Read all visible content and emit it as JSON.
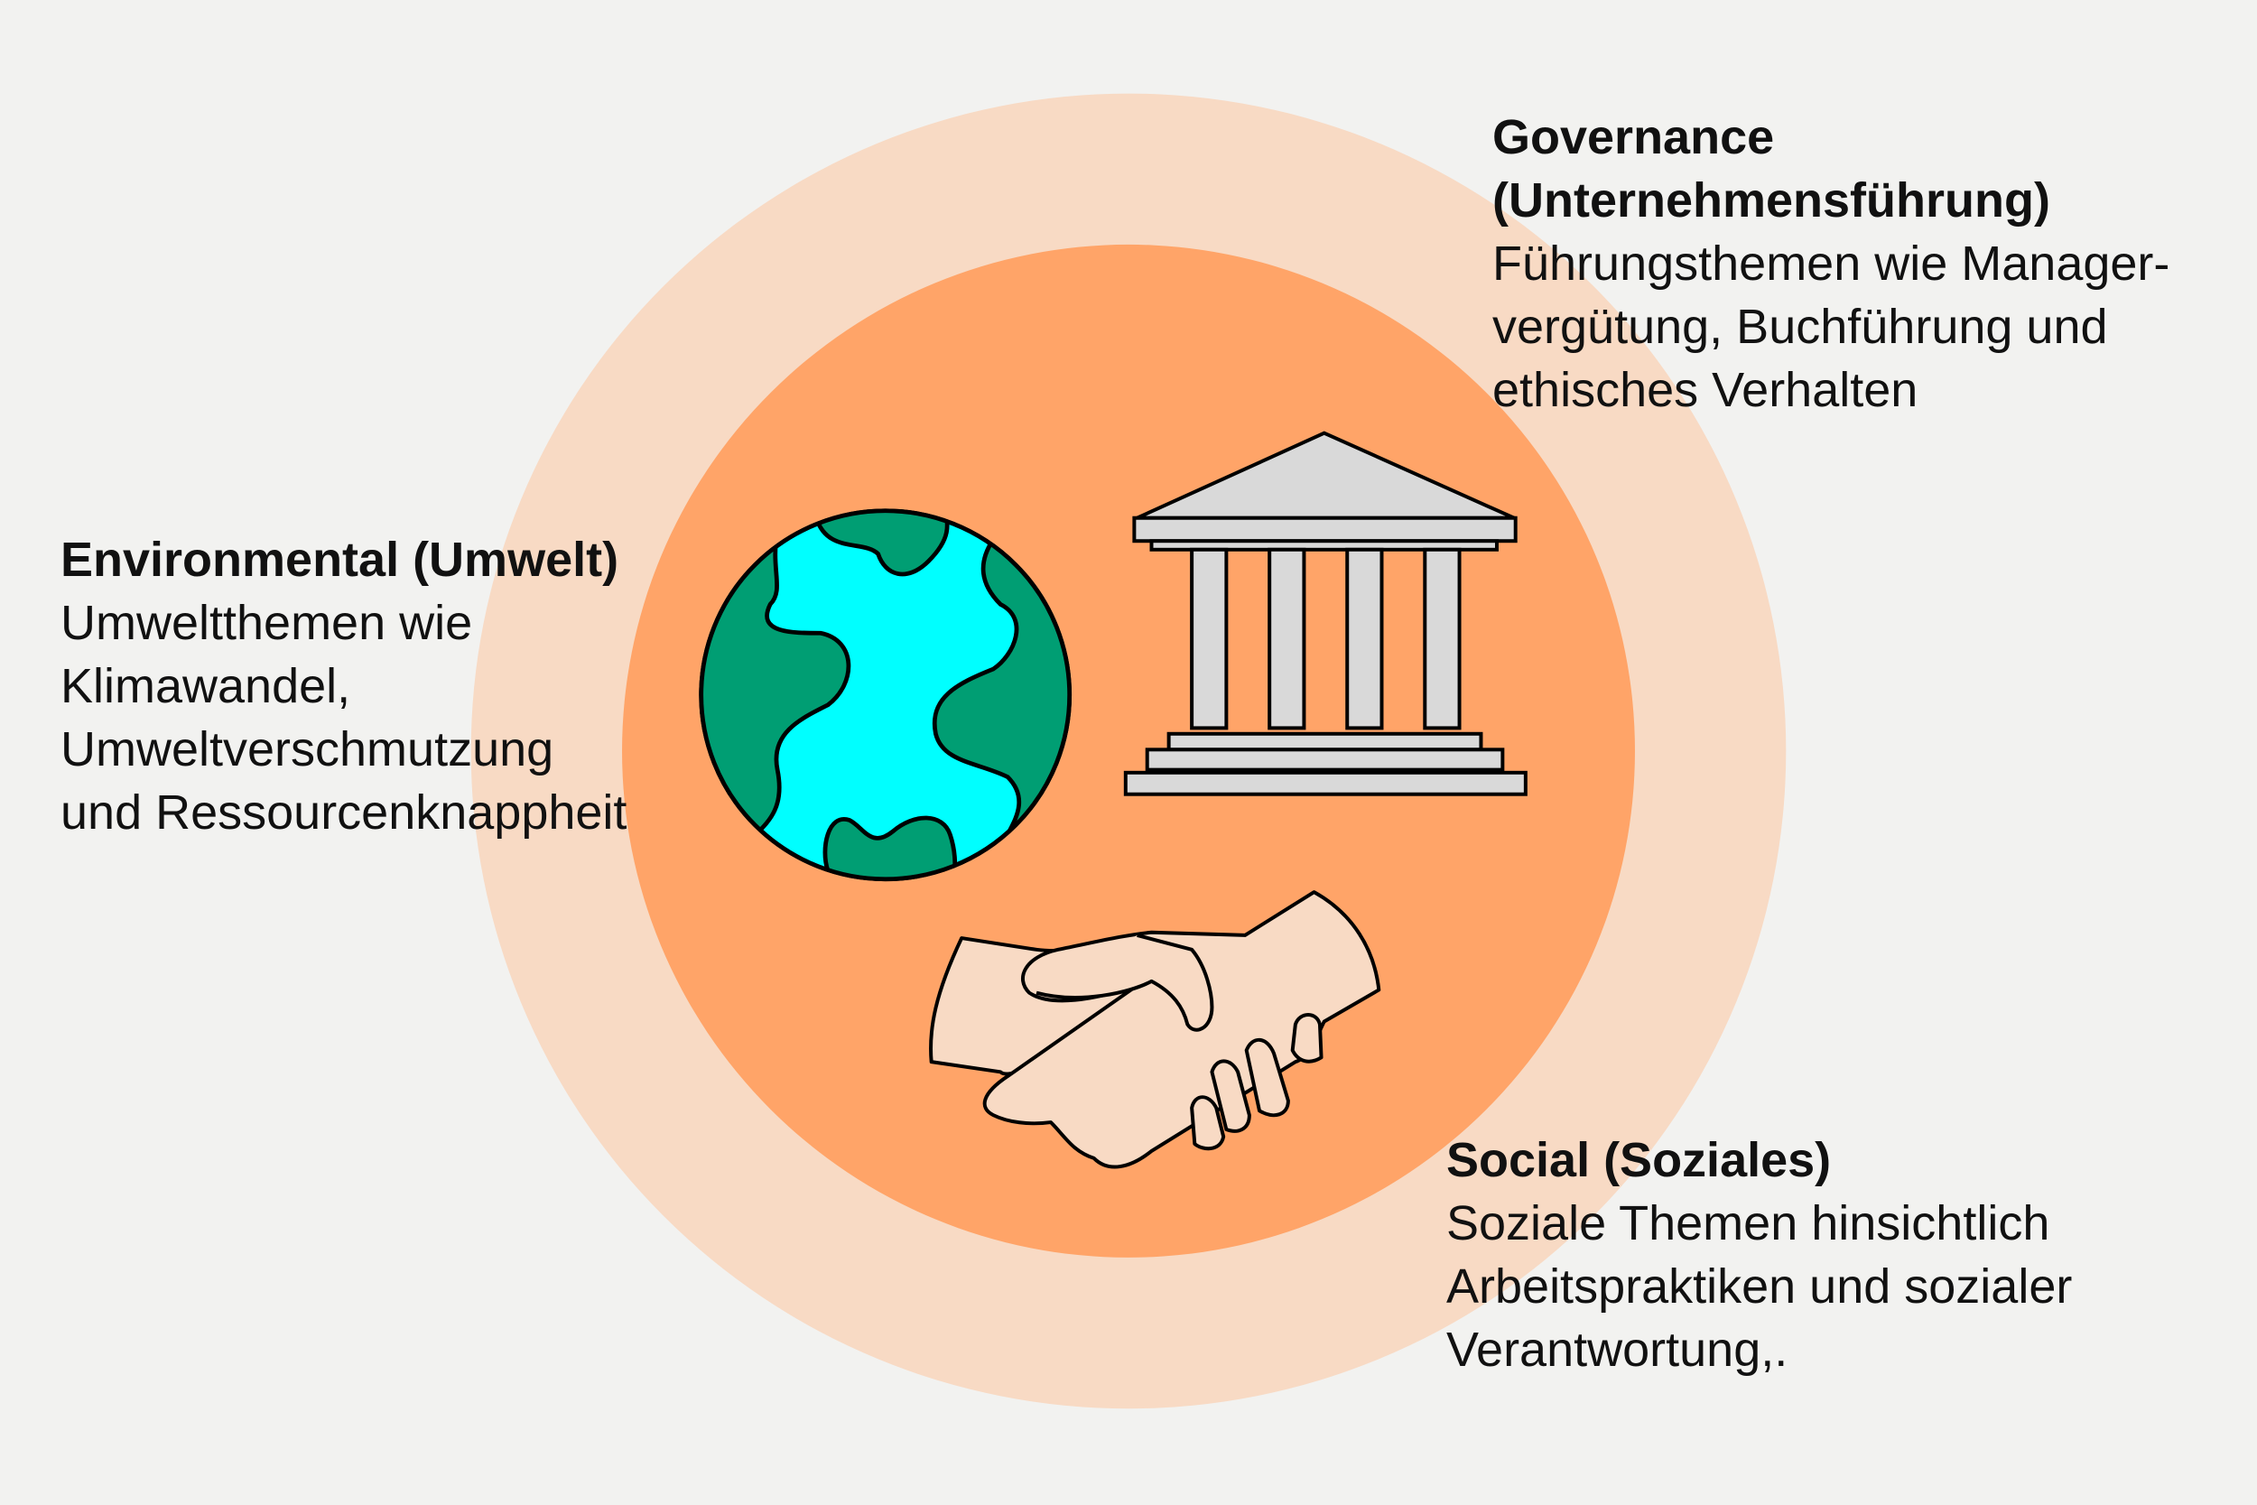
{
  "colors": {
    "background": "#f2f2f0",
    "outer_ring": "#f8dac4",
    "inner_circle": "#ffa468",
    "ocean": "#00ffff",
    "land": "#009e73",
    "building": "#d9d9d9",
    "skin": "#f8dac4"
  },
  "icons": [
    "globe-icon",
    "building-icon",
    "handshake-icon"
  ],
  "environmental": {
    "title": "Environmental (Umwelt)",
    "body": "Umweltthemen wie\nKlimawandel,\nUmweltverschmutzung\nund Ressourcenknappheit"
  },
  "governance": {
    "title": "Governance\n(Unternehmensführung)",
    "body": "Führungsthemen wie Manager-\nvergütung, Buchführung und\nethisches Verhalten"
  },
  "social": {
    "title": "Social (Soziales)",
    "body": "Soziale Themen hinsichtlich\nArbeitspraktiken und sozialer\nVerantwortung,."
  }
}
